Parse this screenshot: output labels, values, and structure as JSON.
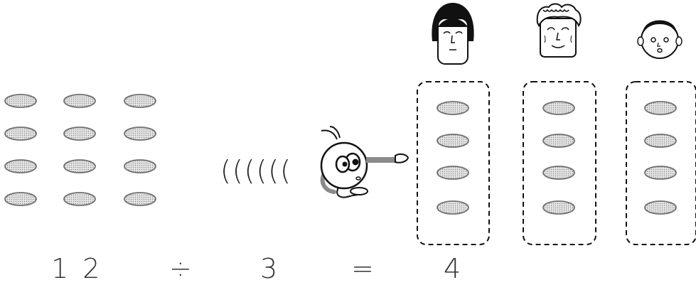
{
  "equation": {
    "dividend": "1 2",
    "divide_sign": "÷",
    "divisor": "3",
    "equals_sign": "=",
    "quotient": "4"
  },
  "motion_marks": "((((((",
  "colors": {
    "ink": "#111111",
    "coin_fill": "#cfcfcf",
    "coin_stroke": "#707070",
    "pointer_arm": "#8a8a8a"
  },
  "icons": [
    "woman-face-icon",
    "old-man-face-icon",
    "child-face-icon",
    "running-character-icon"
  ],
  "counts": {
    "pile_total": 12,
    "people": 3,
    "per_person": 4
  }
}
